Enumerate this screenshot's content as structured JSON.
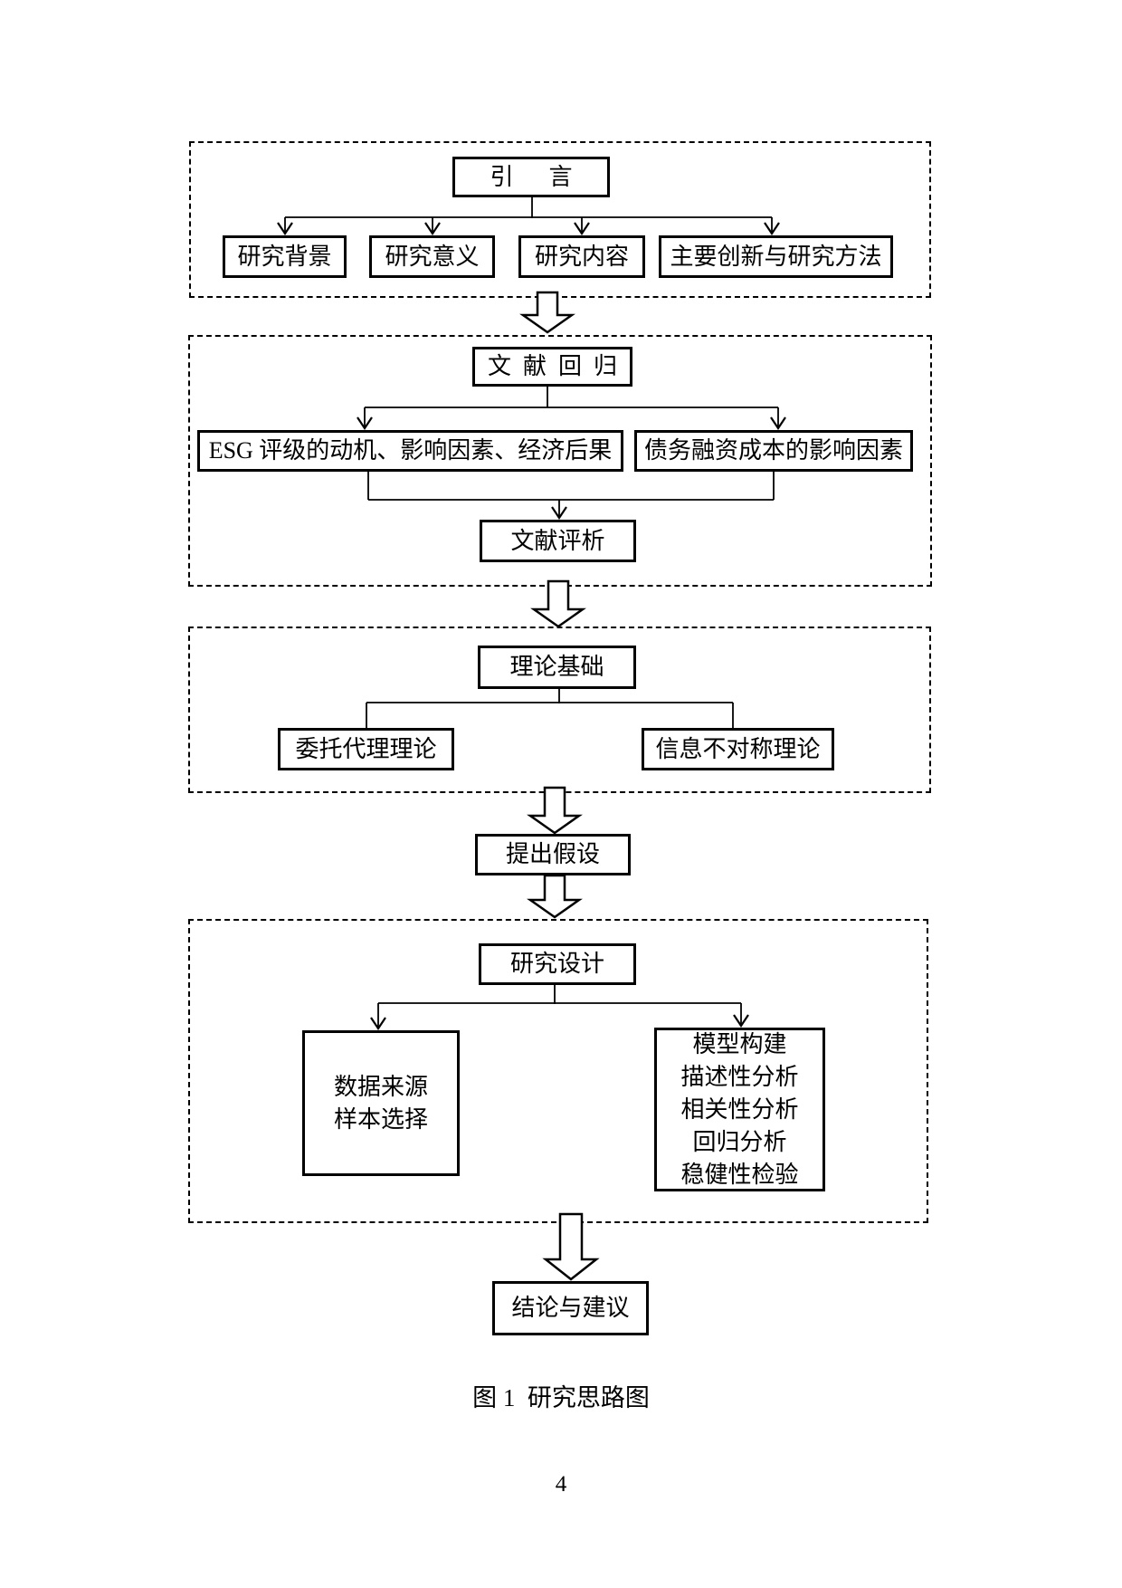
{
  "flowchart": {
    "intro": {
      "title": "引言",
      "items": [
        {
          "label": "研究背景"
        },
        {
          "label": "研究意义"
        },
        {
          "label": "研究内容"
        },
        {
          "label": "主要创新与研究方法"
        }
      ]
    },
    "literature": {
      "title": "文献回归",
      "left": "ESG 评级的动机、影响因素、经济后果",
      "right": "债务融资成本的影响因素",
      "review": "文献评析"
    },
    "theory": {
      "title": "理论基础",
      "left": "委托代理理论",
      "right": "信息不对称理论"
    },
    "hypothesis": "提出假设",
    "design": {
      "title": "研究设计",
      "left": "数据来源\n样本选择",
      "right": "模型构建\n描述性分析\n相关性分析\n回归分析\n稳健性检验"
    },
    "conclusion": "结论与建议"
  },
  "caption": "图 1  研究思路图",
  "page_number": "4",
  "colors": {
    "ink": "#000000",
    "paper": "#ffffff"
  }
}
